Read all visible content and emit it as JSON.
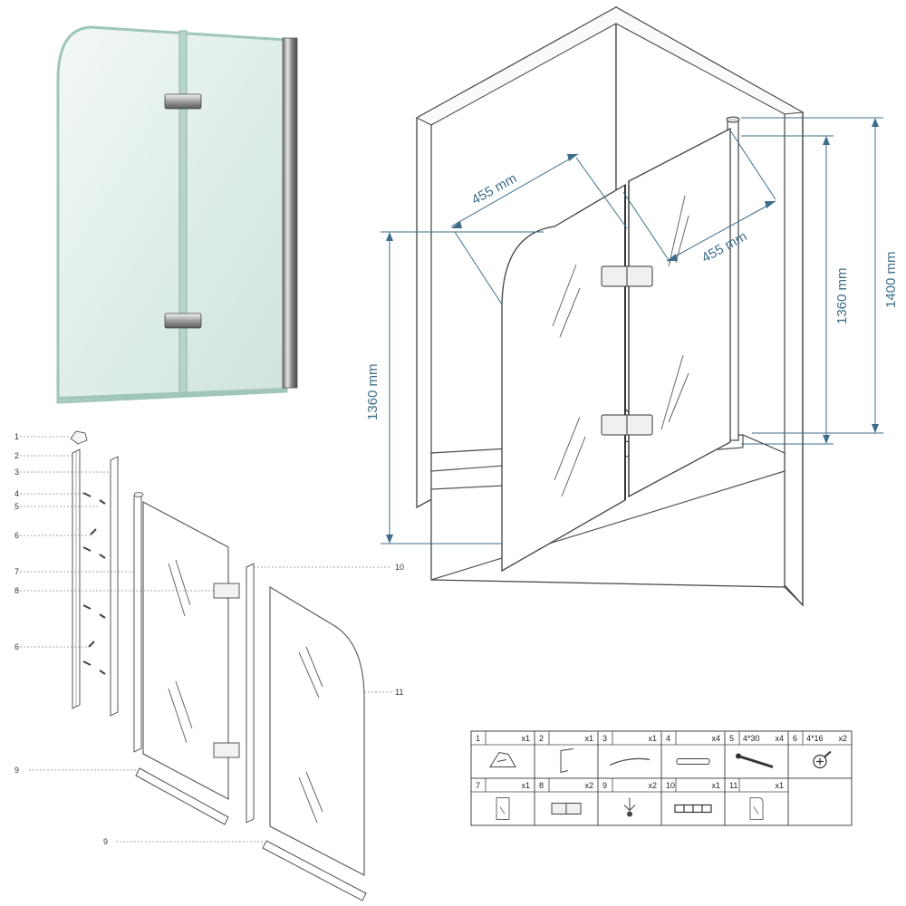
{
  "dimensions": {
    "top_left_width": "455 mm",
    "top_right_width": "455 mm",
    "left_height": "1360 mm",
    "right_height_inner": "1360 mm",
    "right_height_outer": "1400 mm"
  },
  "callouts": [
    {
      "num": "1"
    },
    {
      "num": "2"
    },
    {
      "num": "3"
    },
    {
      "num": "4"
    },
    {
      "num": "5"
    },
    {
      "num": "6"
    },
    {
      "num": "7"
    },
    {
      "num": "8"
    },
    {
      "num": "6"
    },
    {
      "num": "10"
    },
    {
      "num": "11"
    },
    {
      "num": "9"
    },
    {
      "num": "9"
    }
  ],
  "parts_table": [
    {
      "num": "1",
      "qty": "x1",
      "spec": "",
      "icon": "corner-cap-icon"
    },
    {
      "num": "2",
      "qty": "x1",
      "spec": "",
      "icon": "wall-profile-icon"
    },
    {
      "num": "3",
      "qty": "x1",
      "spec": "",
      "icon": "seal-strip-icon"
    },
    {
      "num": "4",
      "qty": "x4",
      "spec": "",
      "icon": "wall-plug-icon"
    },
    {
      "num": "5",
      "qty": "x4",
      "spec": "4*30",
      "icon": "long-screw-icon"
    },
    {
      "num": "6",
      "qty": "x2",
      "spec": "4*16",
      "icon": "short-screw-icon"
    },
    {
      "num": "7",
      "qty": "x1",
      "spec": "",
      "icon": "fixed-panel-icon"
    },
    {
      "num": "8",
      "qty": "x2",
      "spec": "",
      "icon": "hinge-icon"
    },
    {
      "num": "9",
      "qty": "x2",
      "spec": "",
      "icon": "bottom-seal-icon"
    },
    {
      "num": "10",
      "qty": "x1",
      "spec": "",
      "icon": "magnetic-seal-icon"
    },
    {
      "num": "11",
      "qty": "x1",
      "spec": "",
      "icon": "door-panel-icon"
    }
  ],
  "colors": {
    "dimension": "#3d6d8a",
    "glass_tint": "#e3f0ec",
    "glass_edge": "#9fc6b8",
    "chrome": "#9a9a9a",
    "line": "#444444"
  }
}
